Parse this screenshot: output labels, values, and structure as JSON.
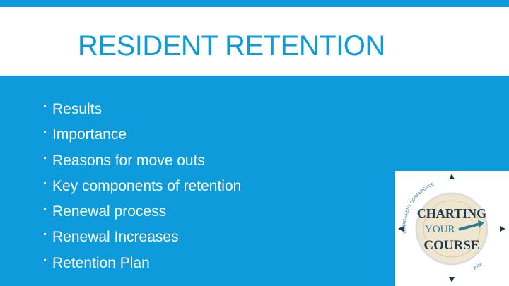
{
  "title": "RESIDENT RETENTION",
  "bullets": [
    "Results",
    "Importance",
    "Reasons for move outs",
    "Key components of retention",
    "Renewal process",
    "Renewal Increases",
    "Retention Plan"
  ],
  "logo": {
    "arc_text": "MANAGEMENT CONFERENCE",
    "line1": "CHARTING",
    "line2": "YOUR",
    "line3": "COURSE",
    "year": "2018"
  },
  "colors": {
    "accent": "#0e9bdc",
    "logo_dark": "#1d3a4e",
    "logo_teal": "#2f7d95"
  }
}
